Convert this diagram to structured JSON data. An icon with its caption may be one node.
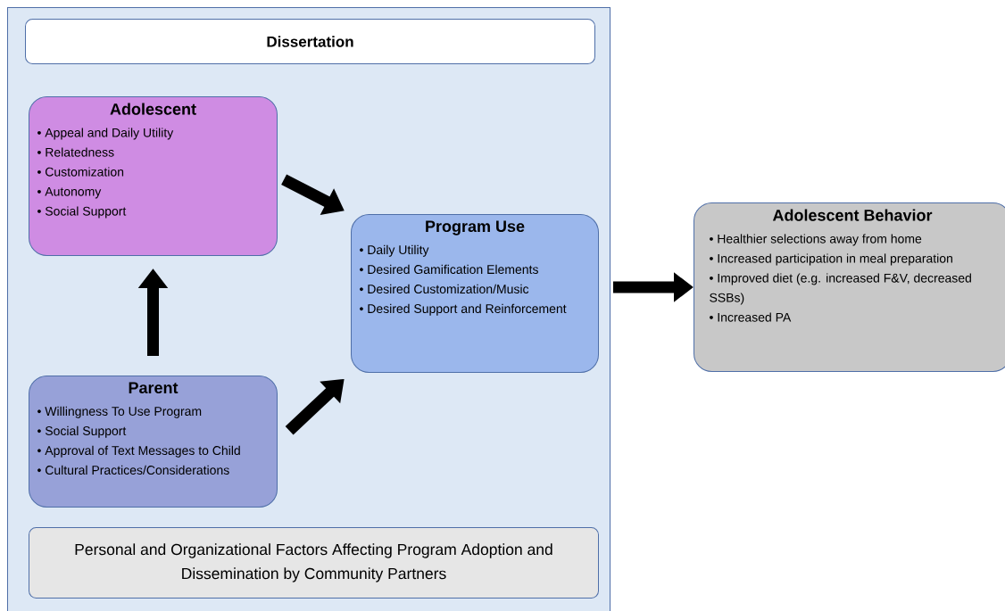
{
  "diagram": {
    "nodes": [
      {
        "text": [],
        "shape": "box"
      },
      {
        "text": [
          "Dissertation"
        ],
        "in": 0
      },
      {
        "text": [
          "Adolescent",
          "• Appeal and Daily Utility",
          "• Relatedness",
          "• Customization",
          "• Autonomy",
          "• Social Support"
        ],
        "in": 0
      },
      {
        "text": [
          "Program Use",
          "• Daily Utility",
          "• Desired Gamification Elements",
          "• Desired Customization/Music",
          "• Desired Support and Reinforcement"
        ],
        "in": 0
      },
      {
        "text": [
          "Parent",
          "• Willingness To Use Program",
          "• Social Support",
          "• Approval of Text Messages to Child",
          "• Cultural Practices/Considerations"
        ],
        "in": 0
      },
      {
        "text": [
          "Personal and Organizational Factors Affecting Program Adoption and Dissemination by Community Partners"
        ],
        "in": 0
      },
      {
        "text": [
          "Adolescent Behavior",
          "• Healthier selections away from home",
          "• Increased participation in meal preparation",
          "• Improved diet (e.g. increased F&V, decreased SSBs)",
          "• Increased PA"
        ]
      }
    ],
    "edges": [
      {
        "from": 2,
        "to": 3,
        "arrow": "to"
      },
      {
        "from": 4,
        "to": 2,
        "arrow": "to"
      },
      {
        "from": 4,
        "to": 3,
        "arrow": "to"
      },
      {
        "from": 0,
        "to": 6,
        "arrow": "to"
      }
    ]
  }
}
